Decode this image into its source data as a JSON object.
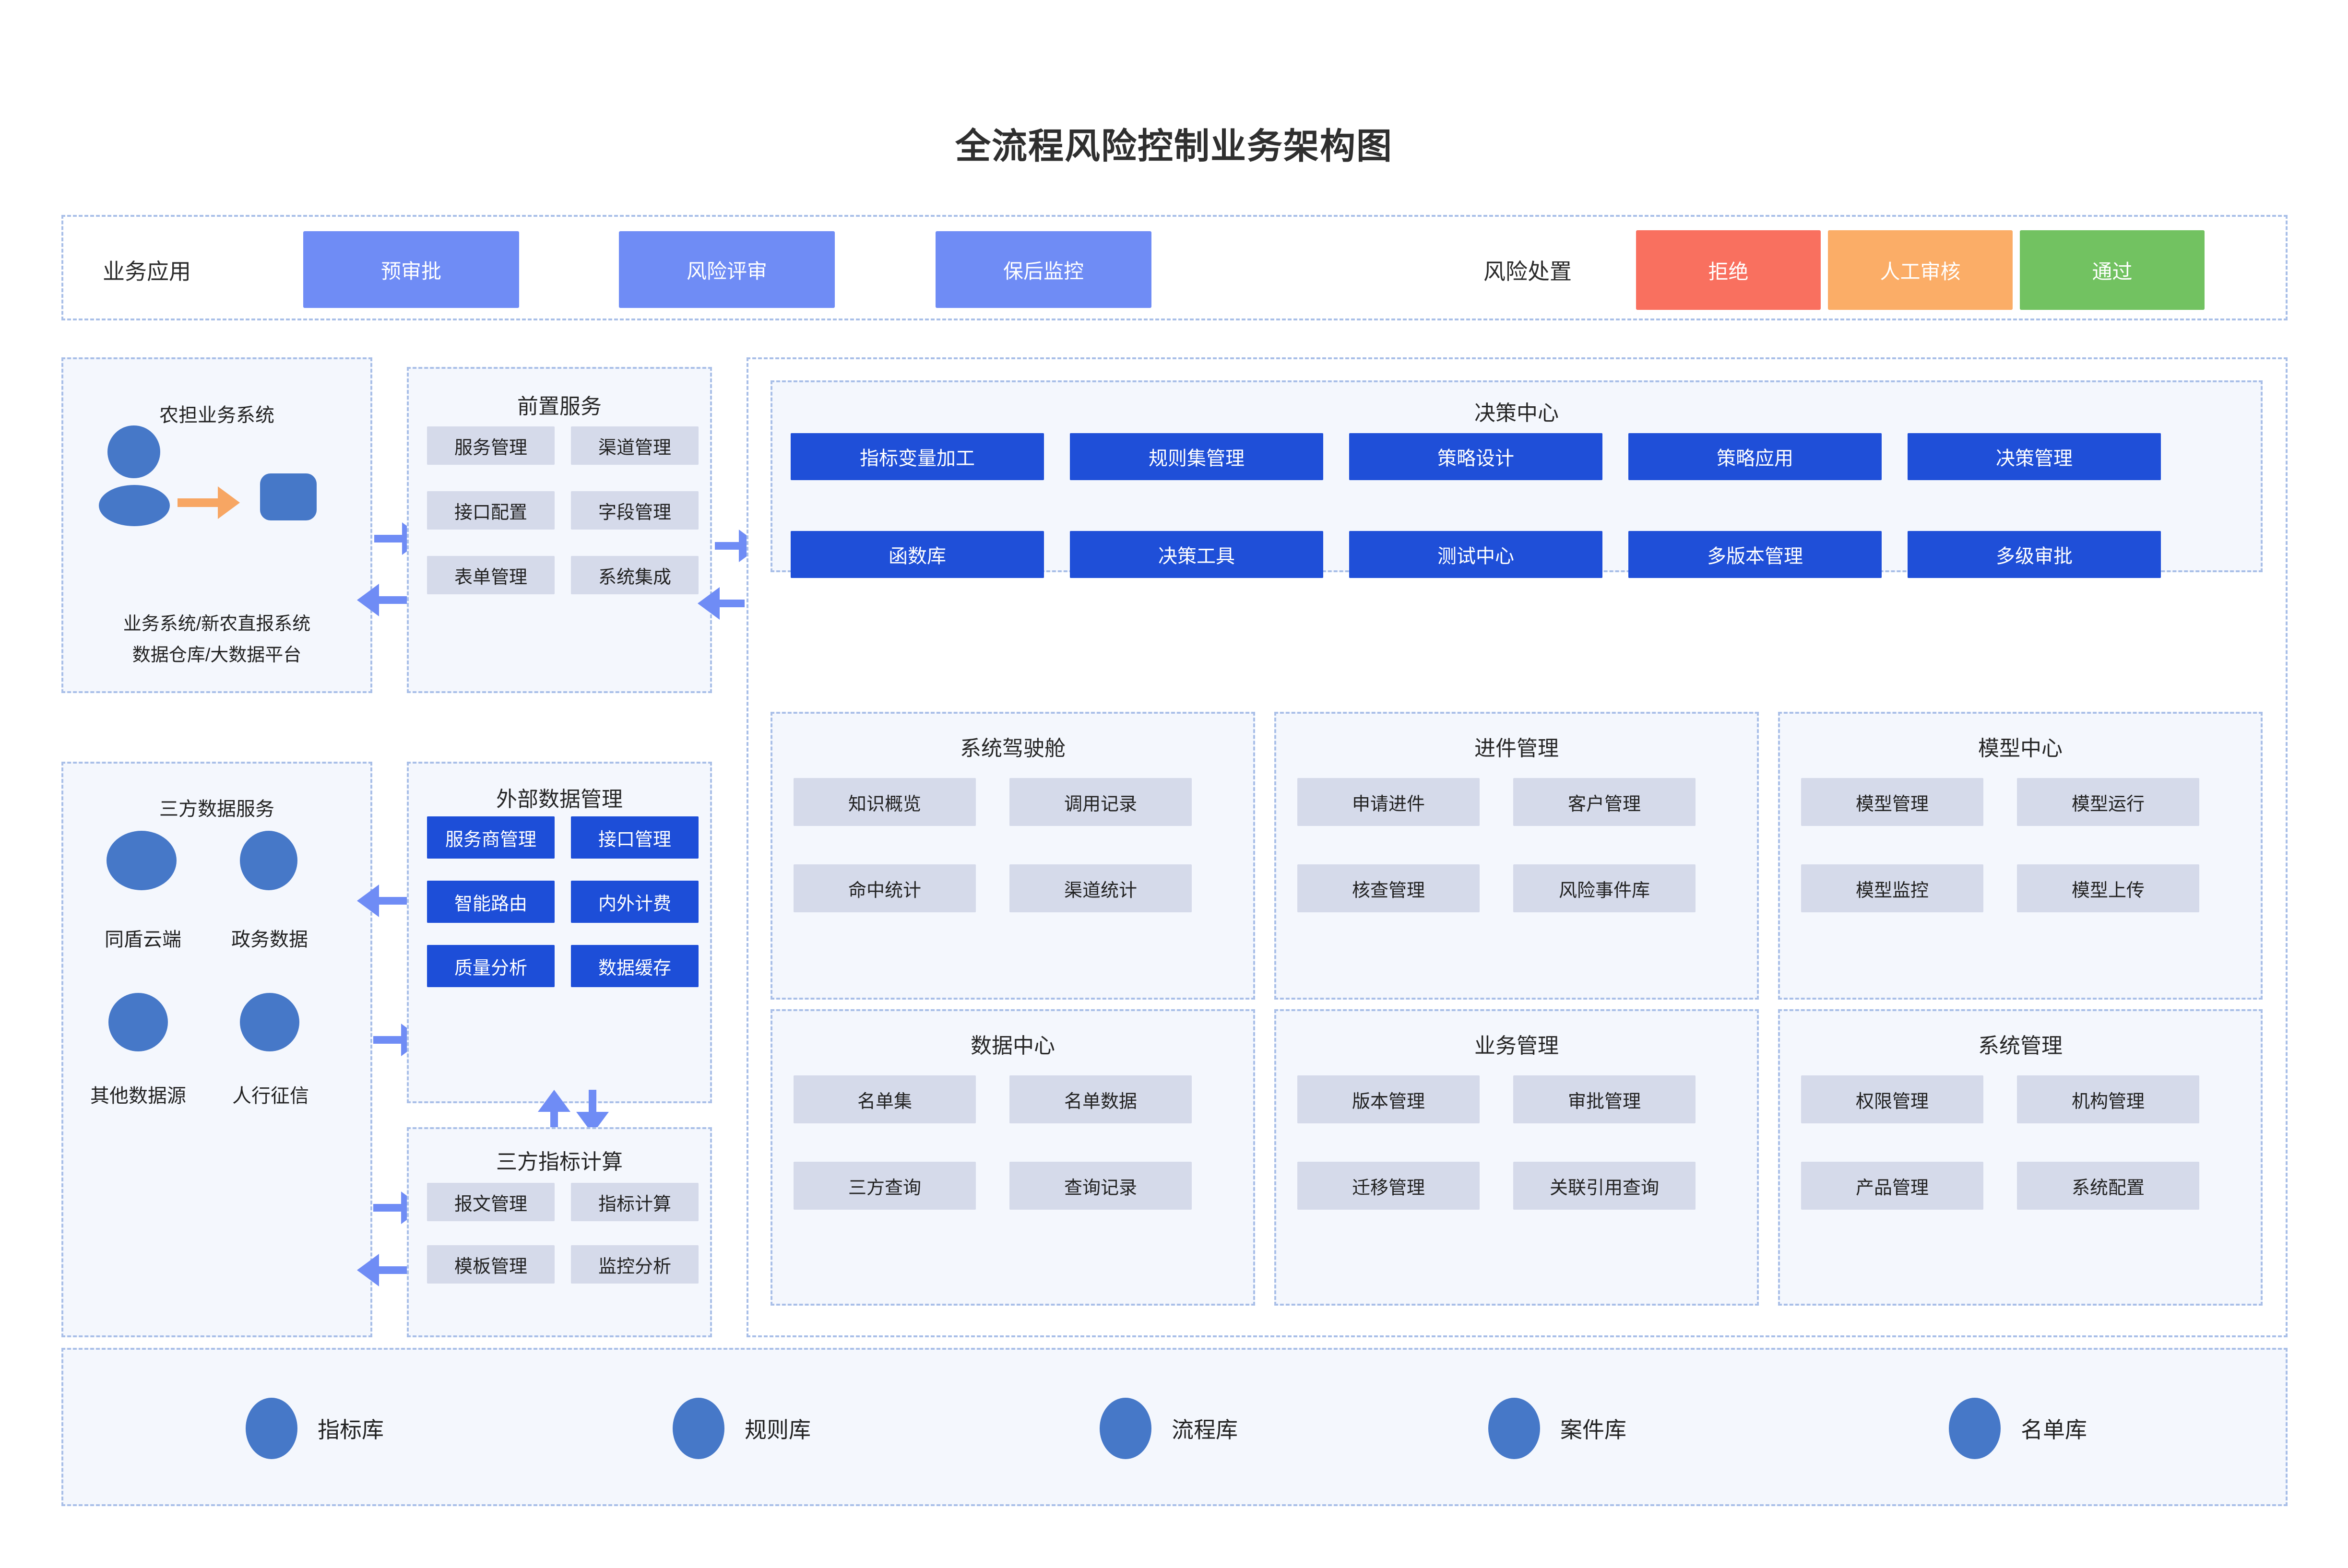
{
  "title": "全流程风险控制业务架构图",
  "top_band": {
    "left_label": "业务应用",
    "stages": [
      "预审批",
      "风险评审",
      "保后监控"
    ],
    "right_label": "风险处置",
    "dispositions": [
      {
        "label": "拒绝",
        "color": "#f9705f"
      },
      {
        "label": "人工审核",
        "color": "#fbad67"
      },
      {
        "label": "通过",
        "color": "#72c261"
      }
    ]
  },
  "business_system": {
    "title": "农担业务系统",
    "caption_line1": "业务系统/新农直报系统",
    "caption_line2": "数据仓库/大数据平台"
  },
  "front_service": {
    "title": "前置服务",
    "items": [
      "服务管理",
      "渠道管理",
      "接口配置",
      "字段管理",
      "表单管理",
      "系统集成"
    ]
  },
  "third_party_data": {
    "title": "三方数据服务",
    "labels": [
      "同盾云端",
      "政务数据",
      "其他数据源",
      "人行征信"
    ]
  },
  "external_data": {
    "title": "外部数据管理",
    "items": [
      "服务商管理",
      "接口管理",
      "智能路由",
      "内外计费",
      "质量分析",
      "数据缓存"
    ]
  },
  "third_party_metric": {
    "title": "三方指标计算",
    "items": [
      "报文管理",
      "指标计算",
      "模板管理",
      "监控分析"
    ]
  },
  "decision_center": {
    "title": "决策中心",
    "row1": [
      "指标变量加工",
      "规则集管理",
      "策略设计",
      "策略应用",
      "决策管理"
    ],
    "row2": [
      "函数库",
      "决策工具",
      "测试中心",
      "多版本管理",
      "多级审批"
    ]
  },
  "modules": [
    {
      "title": "系统驾驶舱",
      "items": [
        "知识概览",
        "调用记录",
        "命中统计",
        "渠道统计"
      ]
    },
    {
      "title": "进件管理",
      "items": [
        "申请进件",
        "客户管理",
        "核查管理",
        "风险事件库"
      ]
    },
    {
      "title": "模型中心",
      "items": [
        "模型管理",
        "模型运行",
        "模型监控",
        "模型上传"
      ]
    },
    {
      "title": "数据中心",
      "items": [
        "名单集",
        "名单数据",
        "三方查询",
        "查询记录"
      ]
    },
    {
      "title": "业务管理",
      "items": [
        "版本管理",
        "审批管理",
        "迁移管理",
        "关联引用查询"
      ]
    },
    {
      "title": "系统管理",
      "items": [
        "权限管理",
        "机构管理",
        "产品管理",
        "系统配置"
      ]
    }
  ],
  "libraries": [
    "指标库",
    "规则库",
    "流程库",
    "案件库",
    "名单库"
  ],
  "colors": {
    "panel_border": "#a9bfe8",
    "panel_bg": "#f4f7fd",
    "chip_grey": "#d5daea",
    "chip_blue": "#1d4ed8",
    "stage_blue": "#6f8cf5",
    "icon_blue": "#4678c8",
    "arrow_blue": "#6f8cf5",
    "arrow_orange": "#f7a663"
  }
}
